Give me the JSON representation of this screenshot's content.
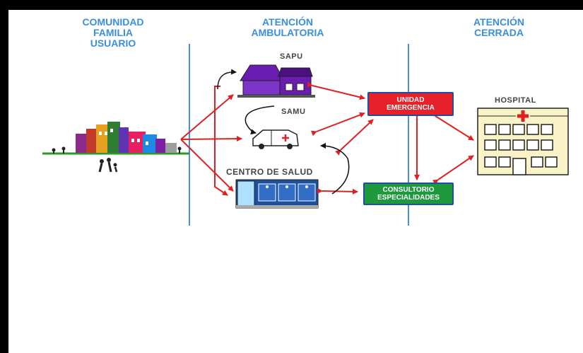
{
  "columns": [
    {
      "lines": [
        "COMUNIDAD",
        "FAMILIA",
        "USUARIO"
      ]
    },
    {
      "lines": [
        "ATENCIÓN",
        "AMBULATORIA"
      ]
    },
    {
      "lines": [
        "ATENCIÓN",
        "CERRADA"
      ]
    }
  ],
  "nodes": {
    "sapu": "SAPU",
    "samu": "SAMU",
    "centro_salud": "CENTRO DE SALUD",
    "hospital": "HOSPITAL",
    "unidad_emergencia": [
      "UNIDAD",
      "EMERGENCIA"
    ],
    "consultorio": [
      "CONSULTORIO",
      "ESPECIALIDADES"
    ]
  },
  "colors": {
    "header": "#3b8fd9",
    "divider": "#4a90e2",
    "arrow": "#e02020",
    "emergency_box": "#e8202a",
    "specialty_box": "#1c9a3c"
  }
}
